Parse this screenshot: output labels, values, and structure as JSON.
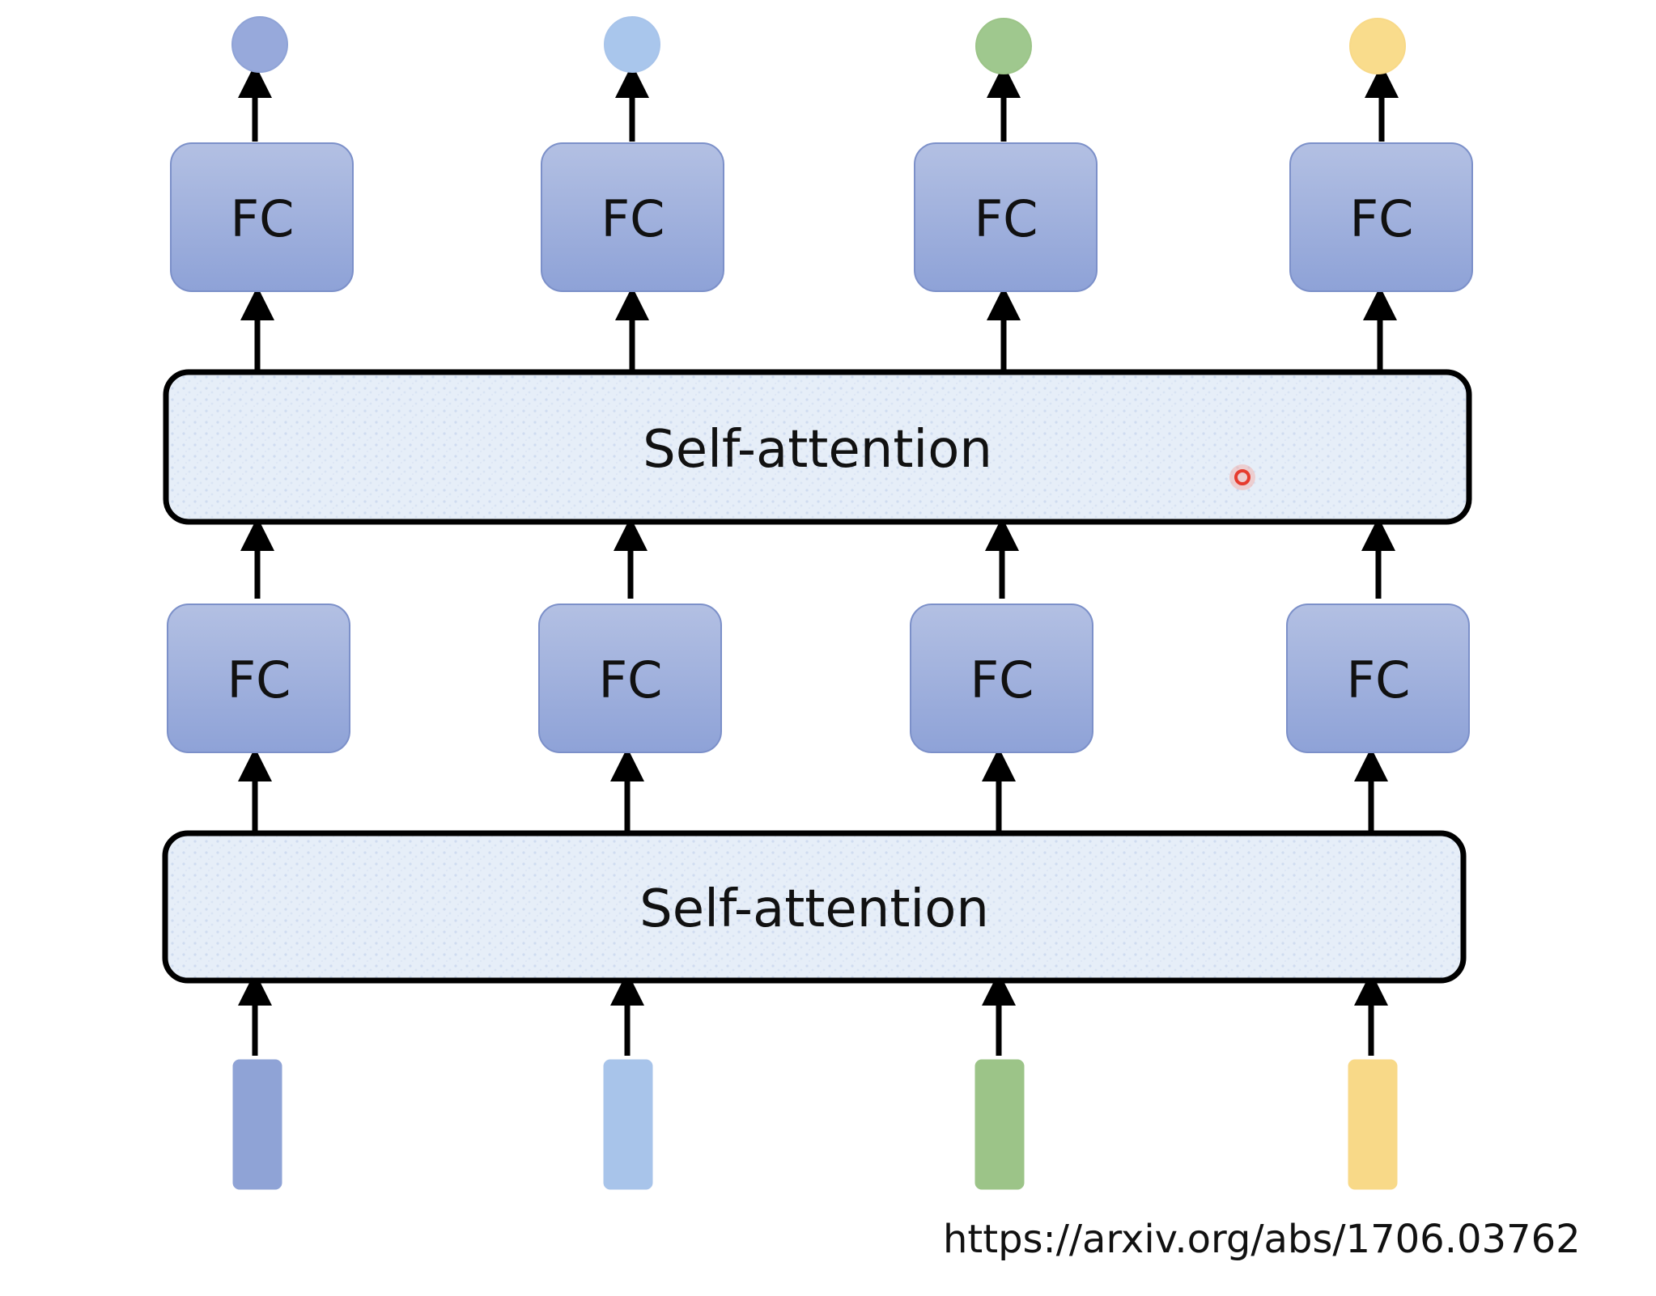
{
  "layers": {
    "lower_fc_label": "FC",
    "upper_fc_label": "FC",
    "lower_attention_label": "Self-attention",
    "upper_attention_label": "Self-attention"
  },
  "columns": [
    {
      "color": "#8fa3d6",
      "output_color": "#97a9db"
    },
    {
      "color": "#a8c4ea",
      "output_color": "#a9c6ec"
    },
    {
      "color": "#9cc488",
      "output_color": "#9fc88e"
    },
    {
      "color": "#f8d988",
      "output_color": "#f9dc8c"
    }
  ],
  "source_url": "https://arxiv.org/abs/1706.03762",
  "colors": {
    "fc_top": "#b3c0e3",
    "fc_bottom": "#8ea2d7",
    "fc_border": "#7c90c9",
    "attention_fill": "#e6eef8",
    "cursor_ring": "#e63b2e"
  }
}
